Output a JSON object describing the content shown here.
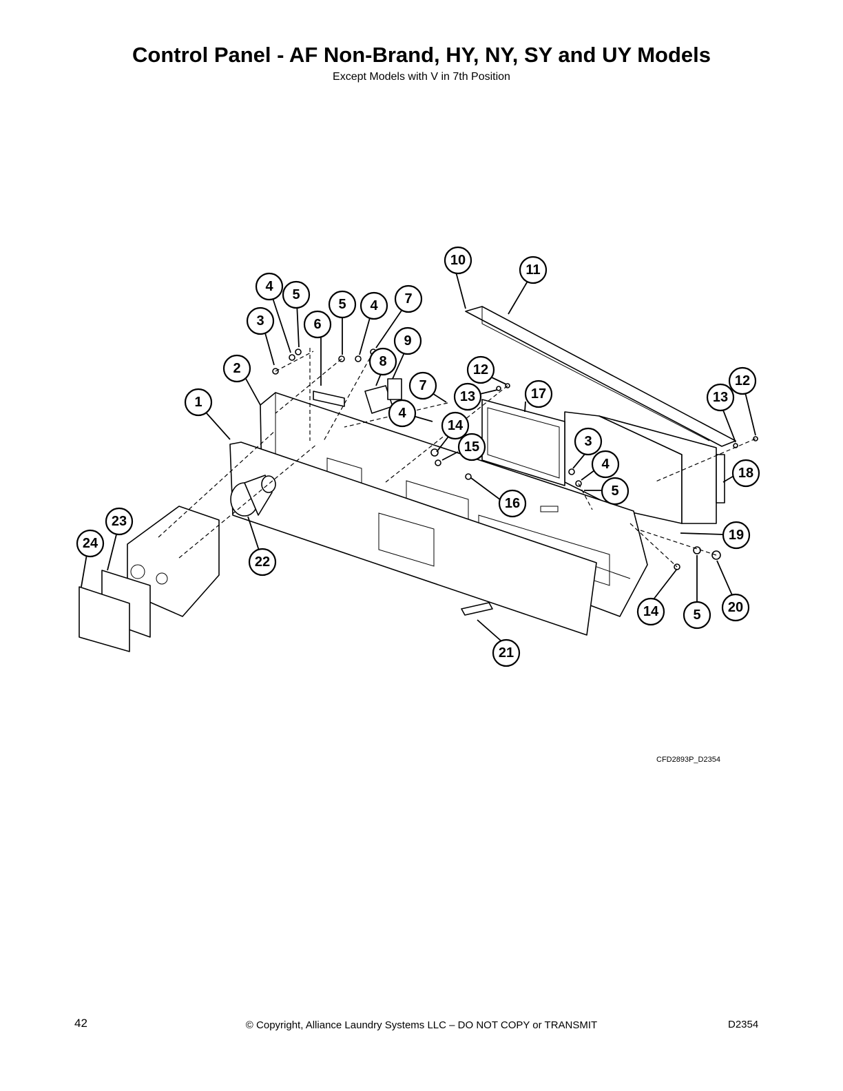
{
  "title": "Control Panel - AF Non-Brand, HY, NY, SY and UY Models",
  "subtitle": "Except Models with V in 7th Position",
  "figure_code": "CFD2893P_D2354",
  "footer": {
    "page_number": "42",
    "copyright": "© Copyright, Alliance Laundry Systems LLC – DO NOT COPY or TRANSMIT",
    "doc_code": "D2354"
  },
  "callouts": {
    "c1": "1",
    "c2": "2",
    "c3a": "3",
    "c4a": "4",
    "c5a": "5",
    "c6": "6",
    "c5b": "5",
    "c4b": "4",
    "c7a": "7",
    "c8": "8",
    "c9": "9",
    "c10": "10",
    "c11": "11",
    "c12a": "12",
    "c13a": "13",
    "c7b": "7",
    "c4c": "4",
    "c14a": "14",
    "c15": "15",
    "c17": "17",
    "c12b": "12",
    "c13b": "13",
    "c3b": "3",
    "c4d": "4",
    "c5c": "5",
    "c18": "18",
    "c16": "16",
    "c19": "19",
    "c23": "23",
    "c24": "24",
    "c22": "22",
    "c14b": "14",
    "c5d": "5",
    "c20": "20",
    "c21": "21"
  }
}
